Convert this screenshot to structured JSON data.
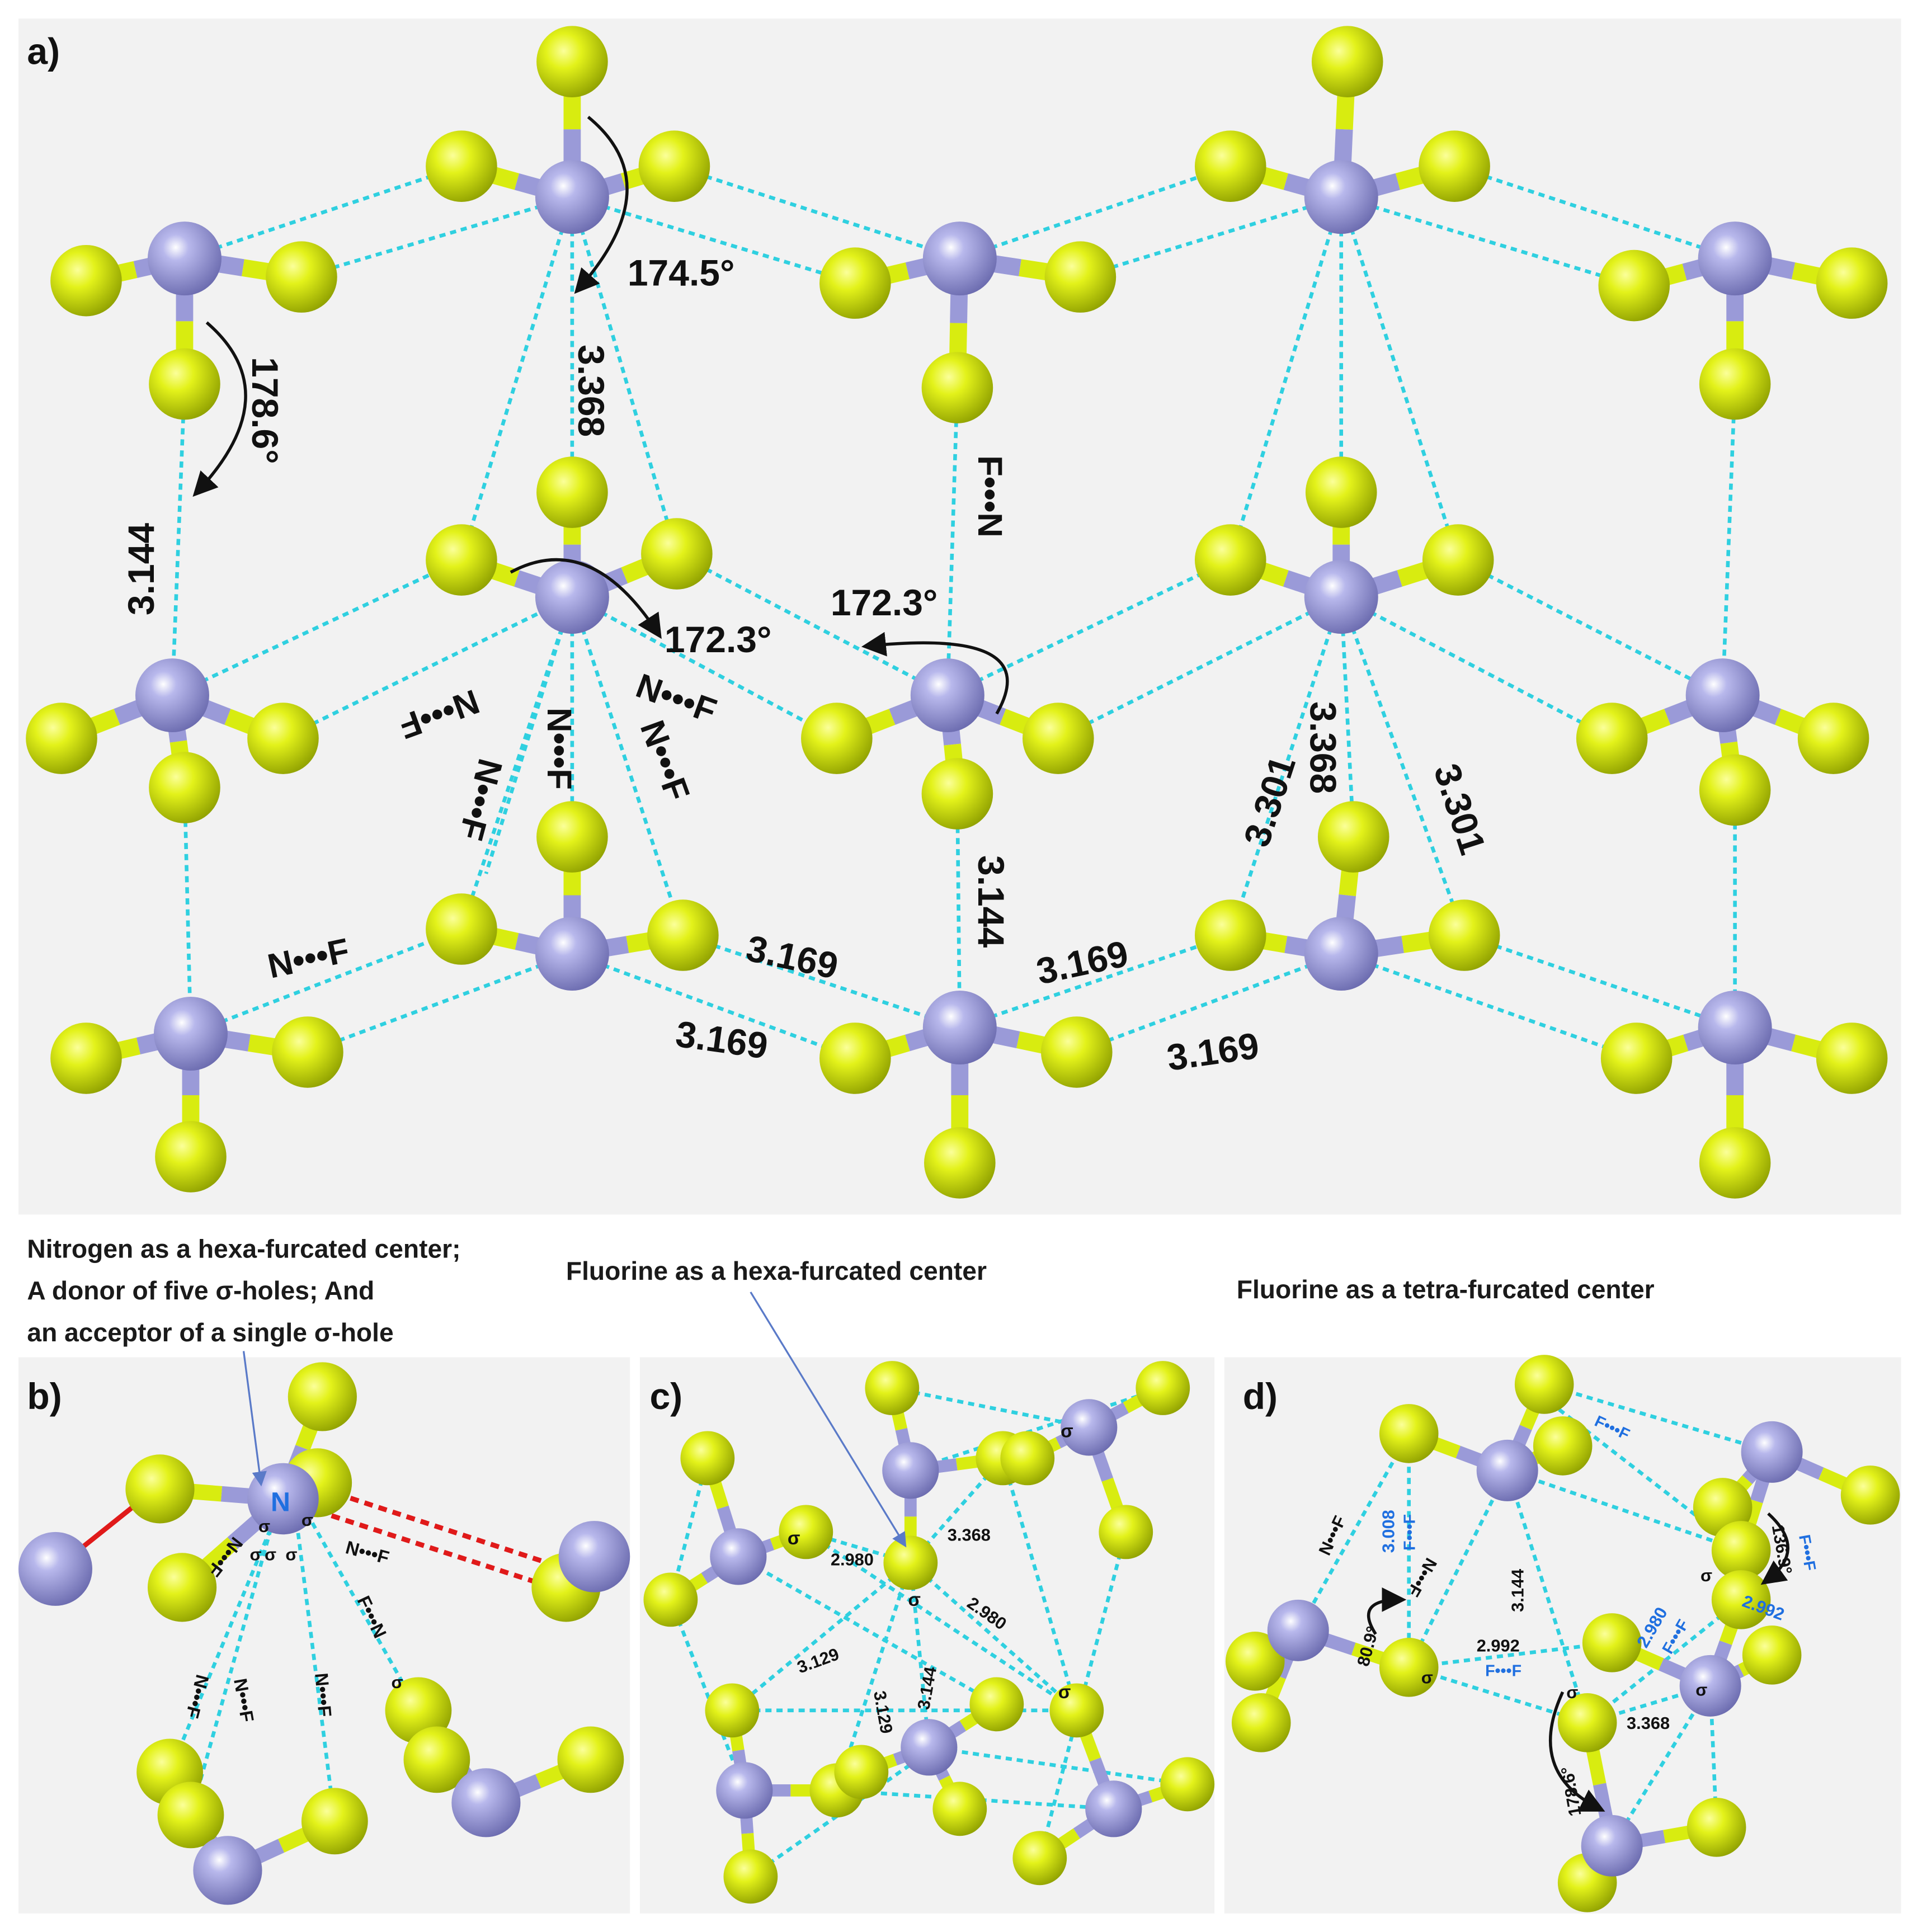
{
  "colors": {
    "fluorine": "#d8ec10",
    "nitrogen": "#9a9ad8",
    "contact": "#2fd0e0",
    "highlight": "#e01a1a",
    "accent_text": "#1f6fe0",
    "panel_bg": "#f2f2f2"
  },
  "panel_a": {
    "label": "a)",
    "angles": [
      "174.5°",
      "178.6°",
      "172.3°",
      "172.3°"
    ],
    "distances": [
      "3.368",
      "3.144",
      "3.144",
      "3.301",
      "3.368",
      "3.301",
      "3.169",
      "3.169",
      "3.169",
      "3.169"
    ],
    "contacts": [
      "N•••F",
      "N•••F",
      "N•••F",
      "N•••F",
      "N•••F",
      "N•••F",
      "F•••N"
    ]
  },
  "panel_b": {
    "label": "b)",
    "caption": [
      "Nitrogen as a hexa-furcated center;",
      "A donor of five σ-holes; And",
      "an acceptor of a single σ-hole"
    ],
    "atom_label": "N",
    "contacts": [
      "N•••F",
      "N•••F",
      "N•••F",
      "N•••F",
      "N•••F",
      "F•••N"
    ],
    "sigma": "σ"
  },
  "panel_c": {
    "label": "c)",
    "caption": "Fluorine as a hexa-furcated center",
    "distances": [
      "2.980",
      "3.368",
      "2.980",
      "3.129",
      "3.129",
      "3.144"
    ],
    "sigma": "σ"
  },
  "panel_d": {
    "label": "d)",
    "caption": "Fluorine as a tetra-furcated center",
    "black_labels": [
      "N•••F",
      "N•••F",
      "3.144",
      "80.9°",
      "2.992",
      "178.6°",
      "3.368",
      "136.9°"
    ],
    "blue_labels": [
      "3.008",
      "F•••F",
      "F•••F",
      "F•••F",
      "2.980",
      "F•••F",
      "2.992",
      "F•••F"
    ],
    "sigma": "σ"
  }
}
